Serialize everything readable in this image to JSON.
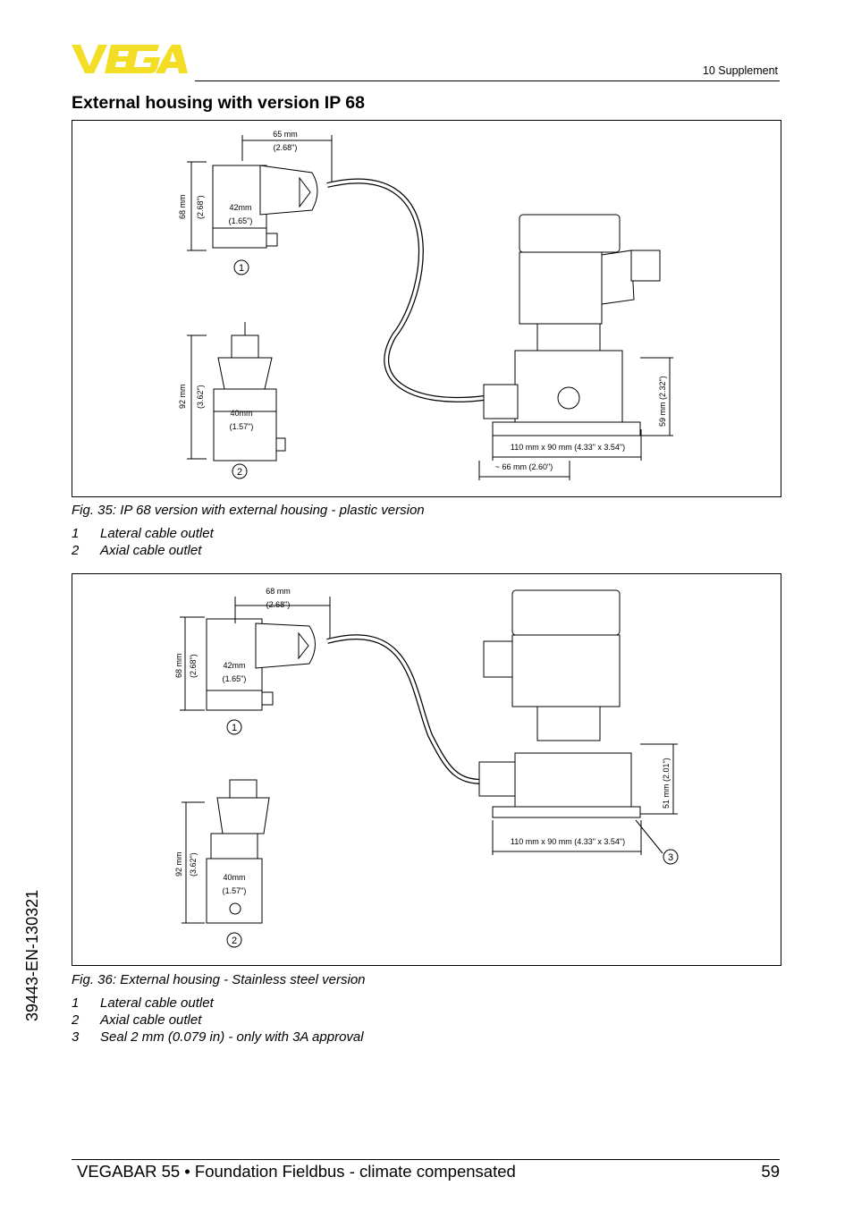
{
  "header": {
    "logo_text": "VEGA",
    "section": "10 Supplement",
    "brand_color": "#f3dd25"
  },
  "page_title": "External housing with version IP 68",
  "figure1": {
    "dims": {
      "w_mm": "65 mm",
      "w_in": "(2.68\")",
      "h_mm": "68 mm",
      "h_in": "(2.68\")",
      "d_mm": "42mm",
      "d_in": "(1.65\")",
      "ax_h_mm": "92 mm",
      "ax_h_in": "(3.62\")",
      "ax_d_mm": "40mm",
      "ax_d_in": "(1.57\")",
      "base_dim": "110 mm x 90 mm (4.33\" x 3.54\")",
      "depth_dim": "~ 66 mm (2.60\")",
      "height_dim": "59 mm (2.32\")"
    },
    "markers": [
      "1",
      "2"
    ],
    "caption": "Fig. 35: IP 68 version with external housing - plastic version",
    "legend": [
      {
        "num": "1",
        "text": "Lateral cable outlet"
      },
      {
        "num": "2",
        "text": "Axial cable outlet"
      }
    ]
  },
  "figure2": {
    "dims": {
      "w_mm": "68 mm",
      "w_in": "(2.68\")",
      "h_mm": "68 mm",
      "h_in": "(2.68\")",
      "d_mm": "42mm",
      "d_in": "(1.65\")",
      "ax_h_mm": "92 mm",
      "ax_h_in": "(3.62\")",
      "ax_d_mm": "40mm",
      "ax_d_in": "(1.57\")",
      "base_dim": "110 mm x 90 mm (4.33\" x 3.54\")",
      "height_dim": "51 mm (2.01\")"
    },
    "markers": [
      "1",
      "2",
      "3"
    ],
    "caption": "Fig. 36: External housing - Stainless steel version",
    "legend": [
      {
        "num": "1",
        "text": "Lateral cable outlet"
      },
      {
        "num": "2",
        "text": "Axial cable outlet"
      },
      {
        "num": "3",
        "text": "Seal 2 mm (0.079 in) - only with 3A approval"
      }
    ]
  },
  "footer": {
    "text": "VEGABAR 55 • Foundation Fieldbus - climate compensated",
    "page": "59",
    "doc_id": "39443-EN-130321"
  }
}
